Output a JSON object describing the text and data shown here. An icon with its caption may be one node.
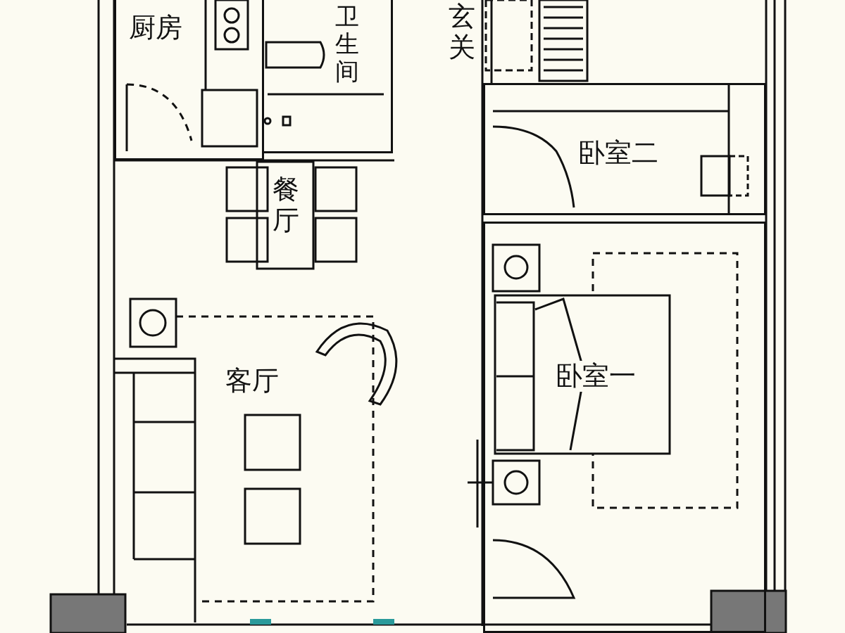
{
  "diagram": {
    "nodes": [
      {
        "text": [
          "厨房"
        ]
      },
      {
        "text": [
          "卫生间"
        ]
      },
      {
        "text": [
          "卧室二"
        ]
      },
      {
        "text": [
          "卧室一"
        ]
      }
    ],
    "labels": [
      "玄关",
      "餐厅",
      "客厅"
    ]
  }
}
